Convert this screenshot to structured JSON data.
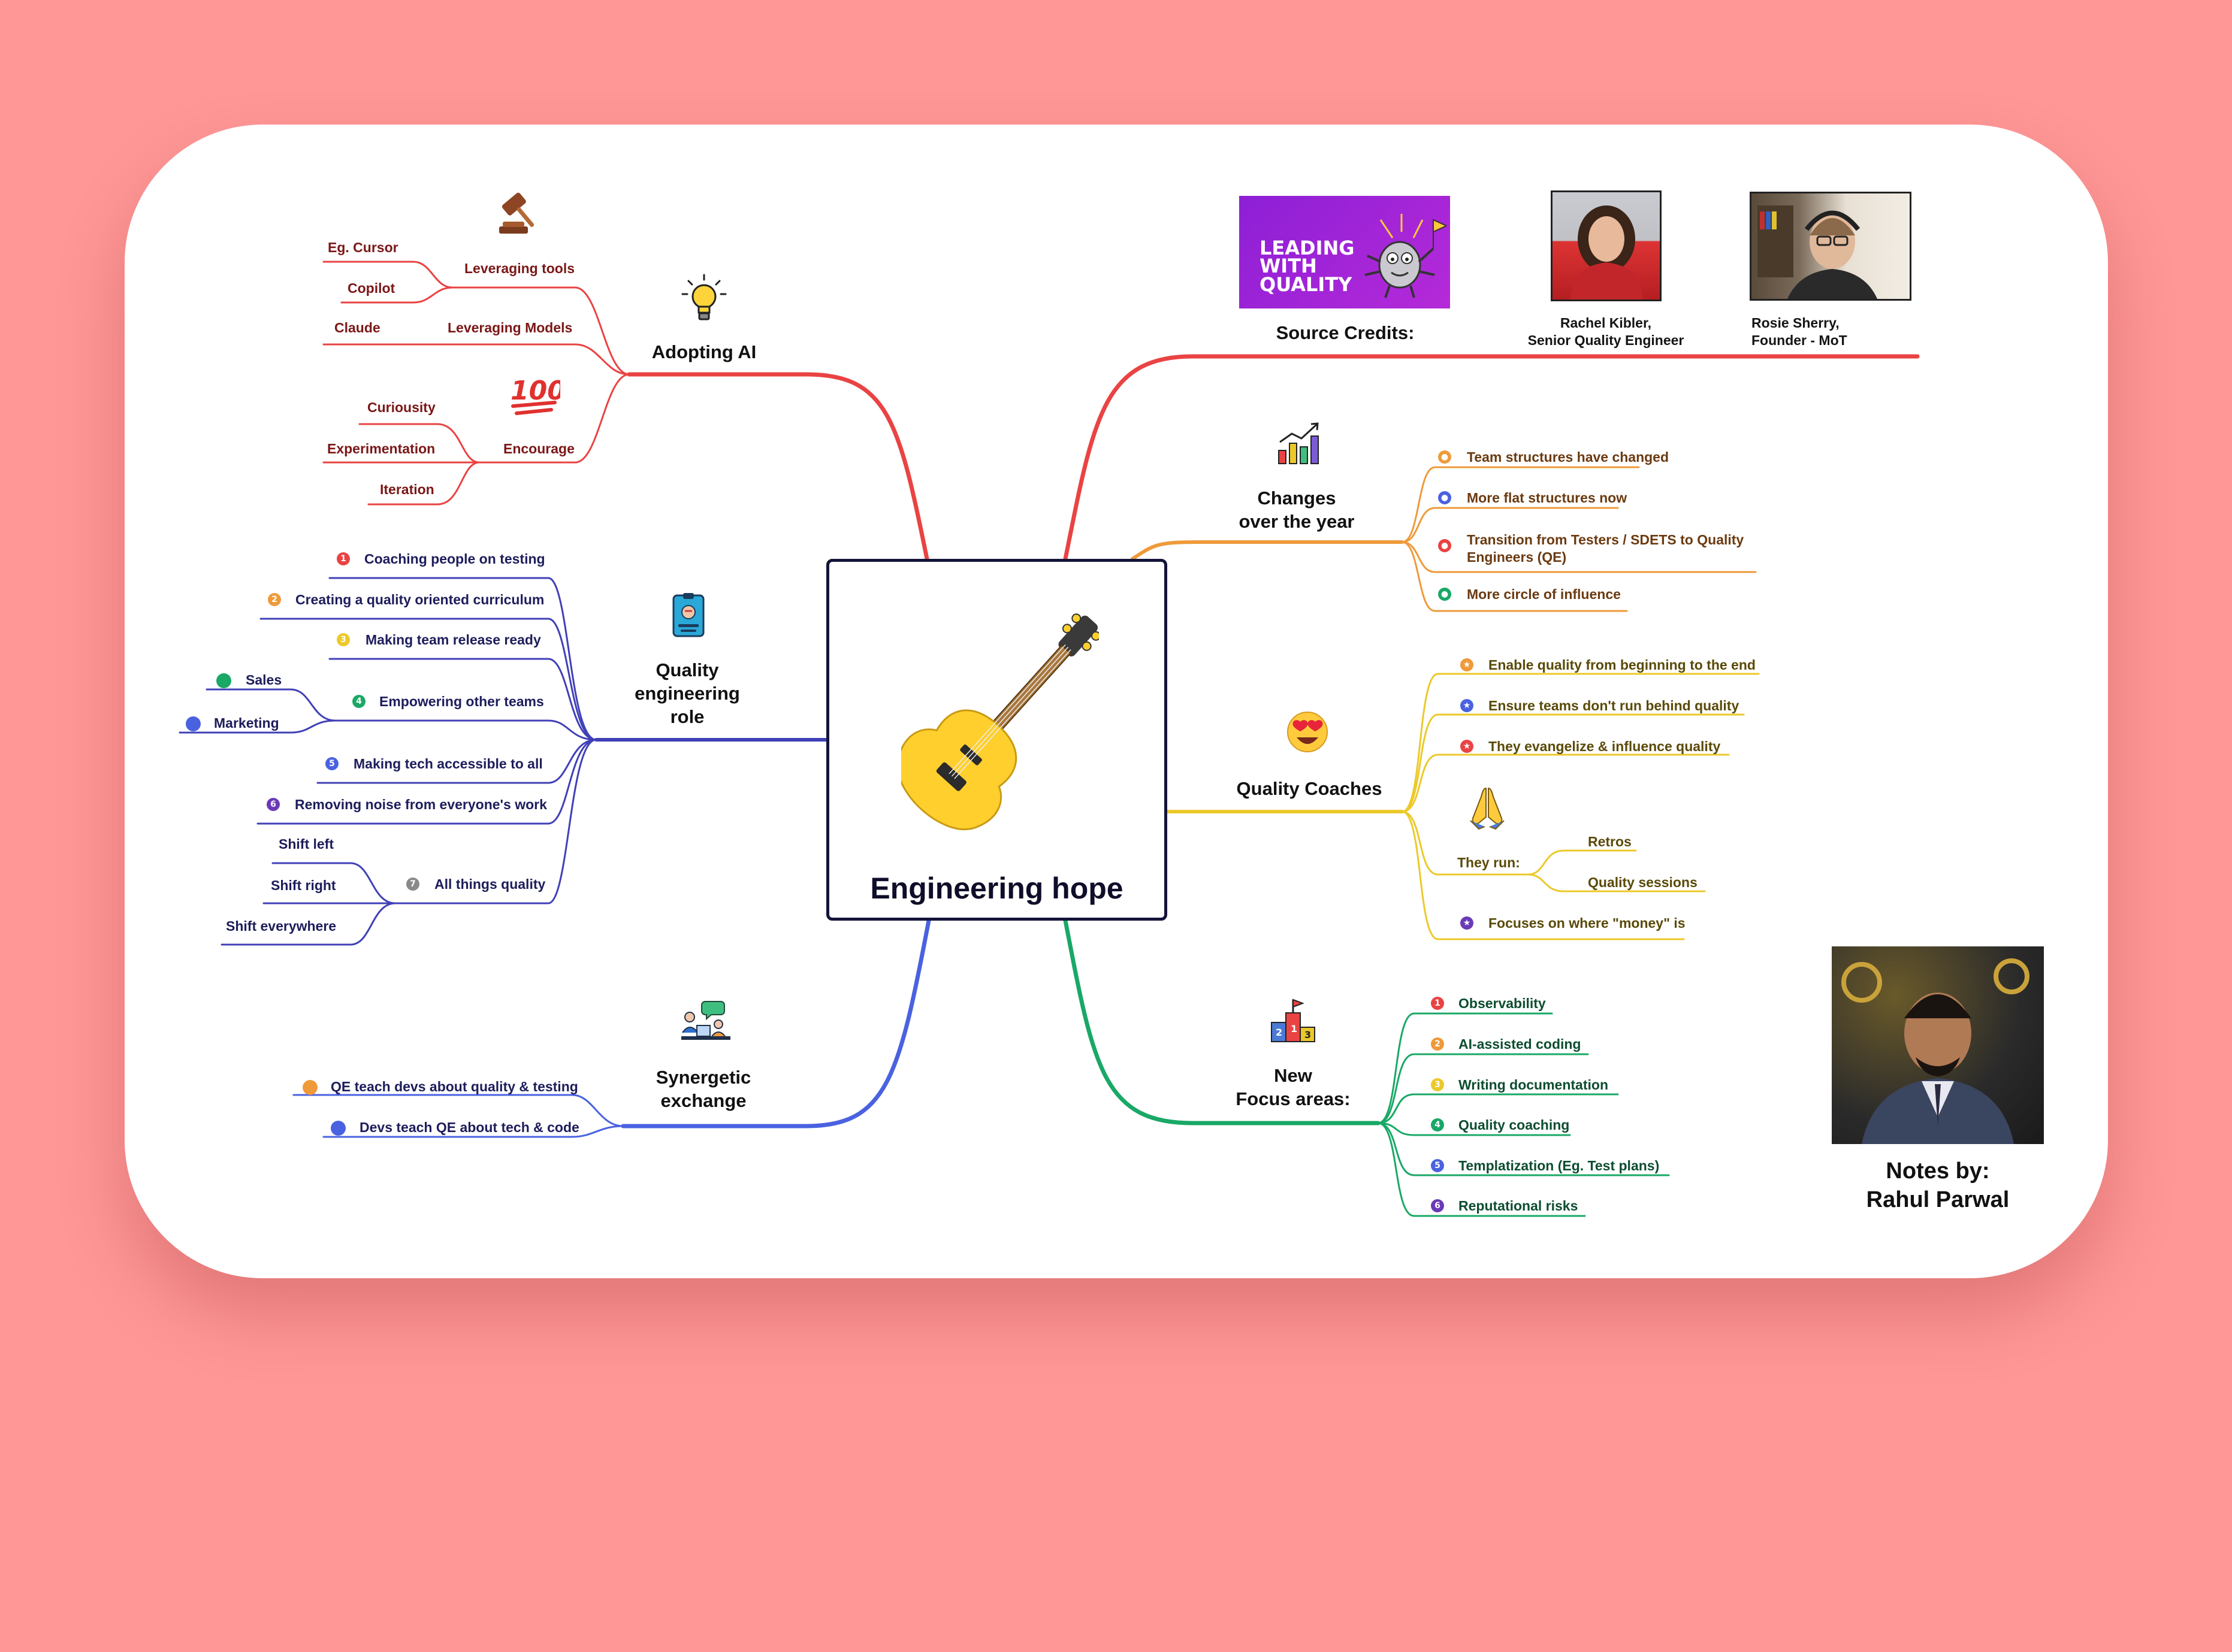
{
  "center": {
    "title": "Engineering hope",
    "icon": "guitar-icon"
  },
  "colors": {
    "background": "#ff9797",
    "card": "#ffffff",
    "red": "#ea4343",
    "blue": "#4040b8",
    "royal": "#4a62e0",
    "orange": "#ef9a3a",
    "yellow": "#ecc92a",
    "green": "#1aa866"
  },
  "adopting_ai": {
    "title": "Adopting AI",
    "icons": [
      "gavel-icon",
      "lightbulb-icon",
      "hundred-points-icon"
    ],
    "tools": {
      "label": "Leveraging tools",
      "children": [
        "Eg. Cursor",
        "Copilot"
      ]
    },
    "models": {
      "label": "Leveraging Models",
      "children": [
        "Claude"
      ]
    },
    "encourage": {
      "label": "Encourage",
      "children": [
        "Curiousity",
        "Experimentation",
        "Iteration"
      ]
    }
  },
  "qe_role": {
    "title": "Quality\nengineering\nrole",
    "icon": "id-badge-icon",
    "items": [
      {
        "n": "1",
        "label": "Coaching people on testing"
      },
      {
        "n": "2",
        "label": "Creating a quality oriented curriculum"
      },
      {
        "n": "3",
        "label": "Making team release ready"
      },
      {
        "n": "4",
        "label": "Empowering other teams",
        "children": [
          "Sales",
          "Marketing"
        ]
      },
      {
        "n": "5",
        "label": "Making tech accessible to all"
      },
      {
        "n": "6",
        "label": "Removing noise from everyone's work"
      },
      {
        "n": "7",
        "label": "All things quality",
        "children": [
          "Shift left",
          "Shift right",
          "Shift everywhere"
        ]
      }
    ]
  },
  "synergetic": {
    "title": "Synergetic\nexchange",
    "icon": "teaching-icon",
    "items": [
      "QE teach devs about quality & testing",
      "Devs teach QE about tech & code"
    ]
  },
  "credits": {
    "title": "Source Credits:",
    "logo_text": "LEADING\nWITH\nQUALITY",
    "people": [
      {
        "name": "Rachel Kibler,\nSenior Quality Engineer"
      },
      {
        "name": "Rosie Sherry,\nFounder - MoT"
      }
    ]
  },
  "changes": {
    "title": "Changes\nover the year",
    "icon": "bar-chart-icon",
    "items": [
      "Team structures have changed",
      "More flat structures now",
      "Transition from Testers / SDETS to Quality\nEngineers (QE)",
      "More circle of influence"
    ]
  },
  "coaches": {
    "title": "Quality Coaches",
    "icons": [
      "heart-eyes-icon",
      "praying-hands-icon"
    ],
    "items": [
      "Enable quality from beginning to the end",
      "Ensure teams don't run behind quality",
      "They evangelize & influence quality"
    ],
    "they_run": {
      "label": "They run:",
      "children": [
        "Retros",
        "Quality sessions"
      ]
    },
    "last": "Focuses on where \"money\" is"
  },
  "focus": {
    "title": "New\nFocus areas:",
    "icon": "podium-icon",
    "items": [
      {
        "n": "1",
        "label": "Observability"
      },
      {
        "n": "2",
        "label": "AI-assisted coding"
      },
      {
        "n": "3",
        "label": "Writing documentation"
      },
      {
        "n": "4",
        "label": "Quality coaching"
      },
      {
        "n": "5",
        "label": "Templatization (Eg. Test plans)"
      },
      {
        "n": "6",
        "label": "Reputational risks"
      }
    ]
  },
  "notes": {
    "text": "Notes by:\nRahul Parwal"
  }
}
